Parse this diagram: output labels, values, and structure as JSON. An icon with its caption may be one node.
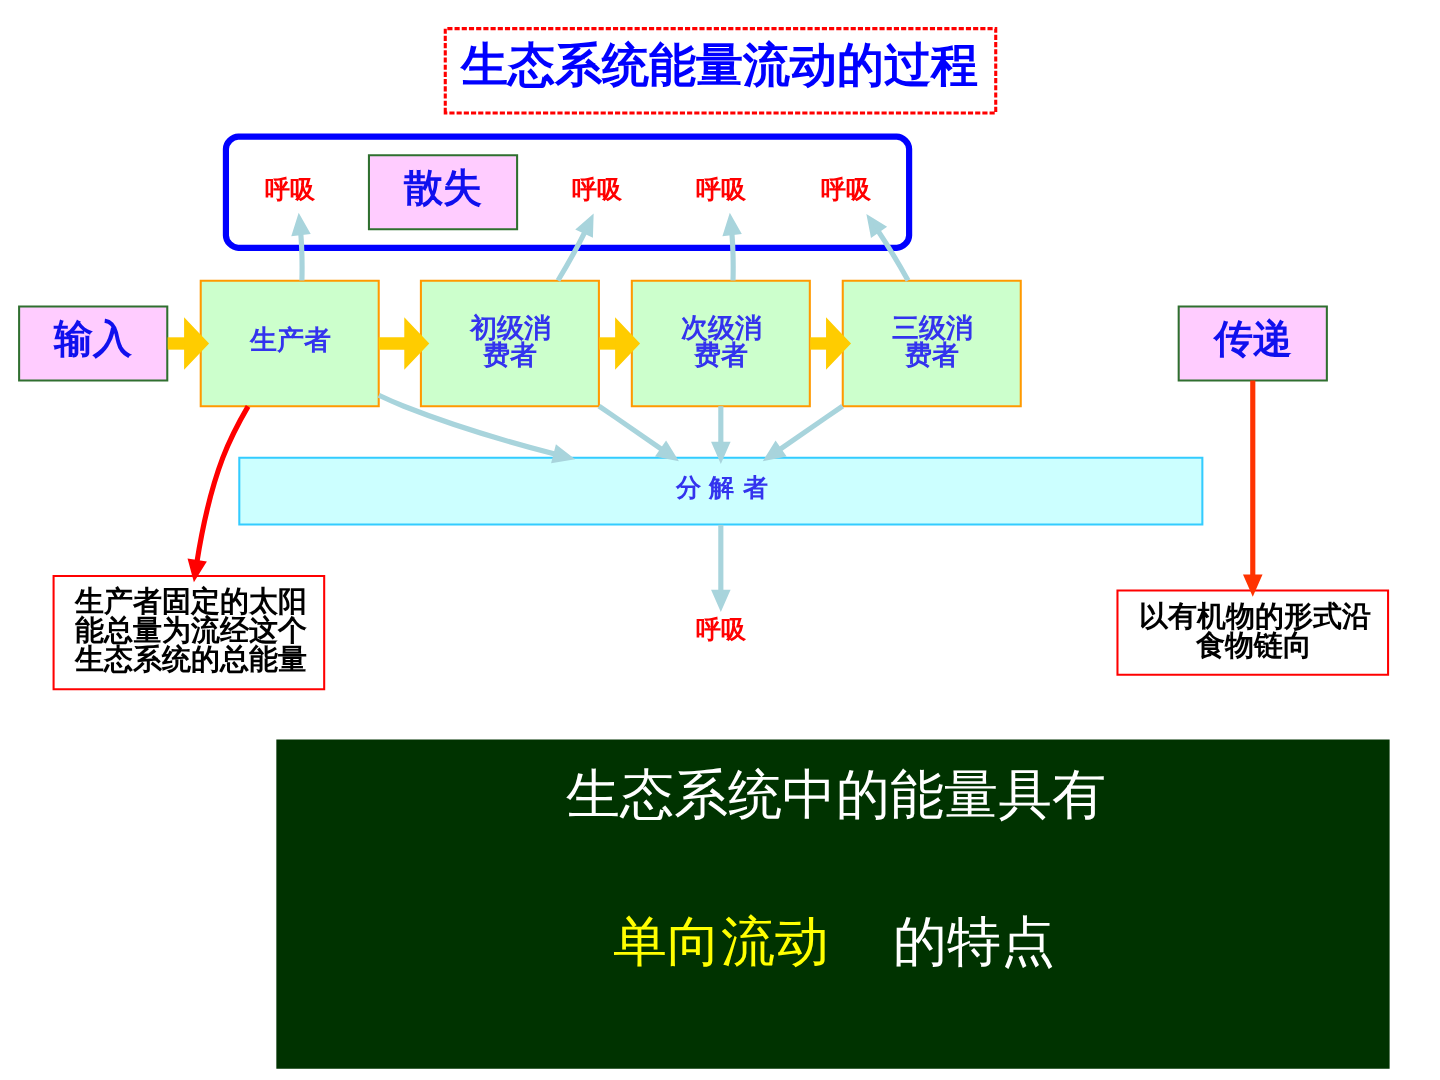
{
  "diagram": {
    "title": "生态系统能量流动的过程",
    "nodes": [
      {
        "text": [],
        "shape": "ellipse"
      },
      {
        "text": [
          "呼吸"
        ],
        "in": 0
      },
      {
        "text": [
          "呼吸"
        ],
        "in": 0
      },
      {
        "text": [
          "散失"
        ],
        "in": 0
      },
      {
        "text": [
          "呼吸"
        ],
        "in": 0
      },
      {
        "text": [
          "呼吸"
        ],
        "in": 0
      },
      {
        "text": [
          "输入"
        ]
      },
      {
        "text": [
          "生产者"
        ]
      },
      {
        "text": [
          "初级消费者"
        ]
      },
      {
        "text": [
          "次级消费者"
        ]
      },
      {
        "text": [
          "三级消费者"
        ]
      },
      {
        "text": [
          "传递"
        ]
      },
      {
        "text": [
          "分 解 者"
        ]
      },
      {
        "text": [
          "生产者固定的太阳能总量为流经这个生态系统的总能量"
        ]
      },
      {
        "text": [
          "呼吸"
        ]
      },
      {
        "text": [
          "以有机物的形式沿食物链向"
        ]
      },
      {
        "text": [
          "生态系统中的能量具有",
          "单向流动",
          "的特点"
        ]
      }
    ],
    "edges": [
      {
        "from": 6,
        "to": 7,
        "arrow": "to",
        "style": "thick",
        "color": "#ffcc00"
      },
      {
        "from": 7,
        "to": 8,
        "arrow": "to",
        "style": "thick",
        "color": "#ffcc00"
      },
      {
        "from": 8,
        "to": 9,
        "arrow": "to",
        "style": "thick",
        "color": "#ffcc00"
      },
      {
        "from": 9,
        "to": 10,
        "arrow": "to",
        "style": "thick",
        "color": "#ffcc00"
      },
      {
        "from": 7,
        "to": 1,
        "arrow": "to"
      },
      {
        "from": 8,
        "to": 2,
        "arrow": "to"
      },
      {
        "from": 9,
        "to": 4,
        "arrow": "to"
      },
      {
        "from": 10,
        "to": 5,
        "arrow": "to"
      },
      {
        "from": 7,
        "to": 12,
        "arrow": "to"
      },
      {
        "from": 8,
        "to": 12,
        "arrow": "to"
      },
      {
        "from": 9,
        "to": 12,
        "arrow": "to"
      },
      {
        "from": 10,
        "to": 12,
        "arrow": "to"
      },
      {
        "from": 12,
        "to": 14,
        "arrow": "to"
      },
      {
        "from": 7,
        "to": 13,
        "arrow": "to",
        "color": "#ff0000"
      },
      {
        "from": 11,
        "to": 15,
        "arrow": "to",
        "color": "#ff3300"
      }
    ]
  }
}
